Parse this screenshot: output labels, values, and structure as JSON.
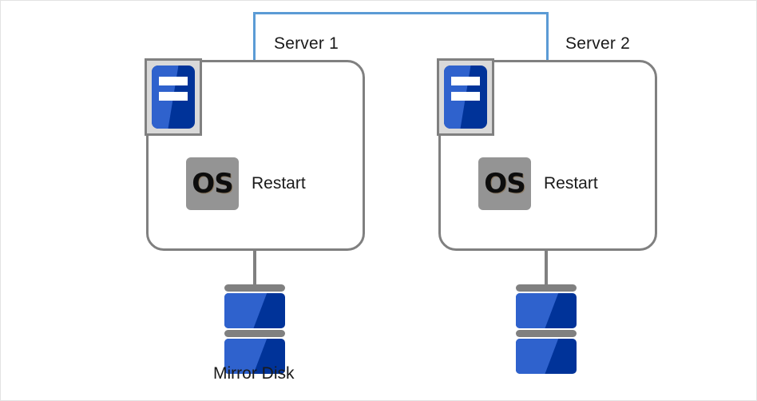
{
  "diagram": {
    "title": "Mirror Disk two-server cluster with OS restart",
    "colors": {
      "interconnect": "#5b9bd5",
      "box_border": "#808080",
      "disk_blue_light": "#2f62cd",
      "disk_blue_dark": "#003399",
      "os_badge_bg": "#949494",
      "icon_frame_bg": "#d9d9d9",
      "canvas_border": "#e3e3e3"
    },
    "interconnect": {
      "name": "heartbeat-link",
      "style": "blue bracket line joining Server 1 and Server 2"
    },
    "servers": [
      {
        "label": "Server 1",
        "machine_icon": "server-machine-icon",
        "os_badge": "OS",
        "status": "Restart",
        "storage": {
          "icon": "disk-stack-icon",
          "label": "Mirror Disk",
          "has_label": true
        }
      },
      {
        "label": "Server 2",
        "machine_icon": "server-machine-icon",
        "os_badge": "OS",
        "status": "Restart",
        "storage": {
          "icon": "disk-stack-icon",
          "label": "",
          "has_label": false
        }
      }
    ]
  }
}
